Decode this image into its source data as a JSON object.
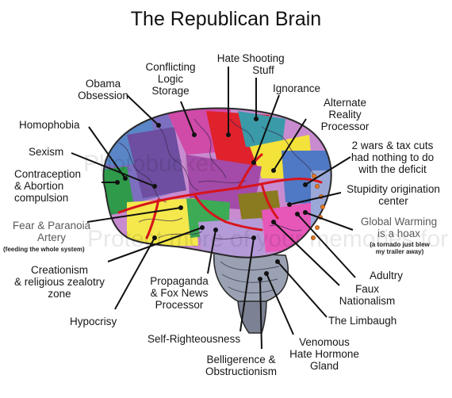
{
  "title": "The Republican Brain",
  "watermark": "Photobucket",
  "watermark2": "Protect more of your memories for less!",
  "labels": {
    "hate": "Hate",
    "shooting": "Shooting\nStuff",
    "conflicting": "Conflicting\nLogic\nStorage",
    "ignorance": "Ignorance",
    "obama": "Obama\nObsession",
    "alternate": "Alternate\nReality\nProcessor",
    "homophobia": "Homophobia",
    "wars": "2 wars & tax cuts\nhad nothing to do\nwith the deficit",
    "sexism": "Sexism",
    "contraception": "Contraception\n& Abortion\ncompulsion",
    "stupidity": "Stupidity origination\ncenter",
    "fear": "Fear & Paranoia\nArtery",
    "fear_sub": "(feeding the whole system)",
    "global": "Global Warming\nis a hoax",
    "global_sub": "(a tornado just blew\nmy trailer away)",
    "creationism": "Creationism\n& religious zealotry\nzone",
    "adultry": "Adultry",
    "propaganda": "Propaganda\n& Fox News\nProcessor",
    "faux": "Faux\nNationalism",
    "hypocrisy": "Hypocrisy",
    "limbaugh": "The Limbaugh",
    "self": "Self-Righteousness",
    "venomous": "Venomous\nHate Hormone\nGland",
    "belligerence": "Belligerence &\nObstructionism"
  },
  "colors": {
    "artery": "#d8141c",
    "outline": "#2a2a2a",
    "stem": "#8e95a6"
  }
}
